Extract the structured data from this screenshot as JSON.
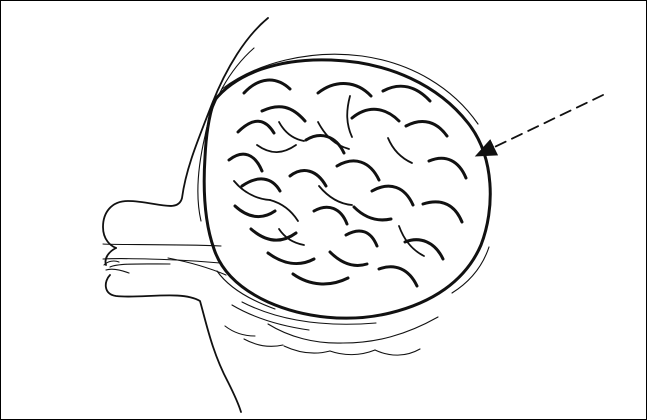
{
  "figure": {
    "kind": "line-art illustration",
    "subject": "breast-cyst-with-lobular-tissue",
    "annotations": [
      {
        "type": "dashed-arrow",
        "points_to": "mass"
      }
    ],
    "colors": {
      "ink": "#111111",
      "background": "#ffffff",
      "frame": "#000000"
    }
  }
}
